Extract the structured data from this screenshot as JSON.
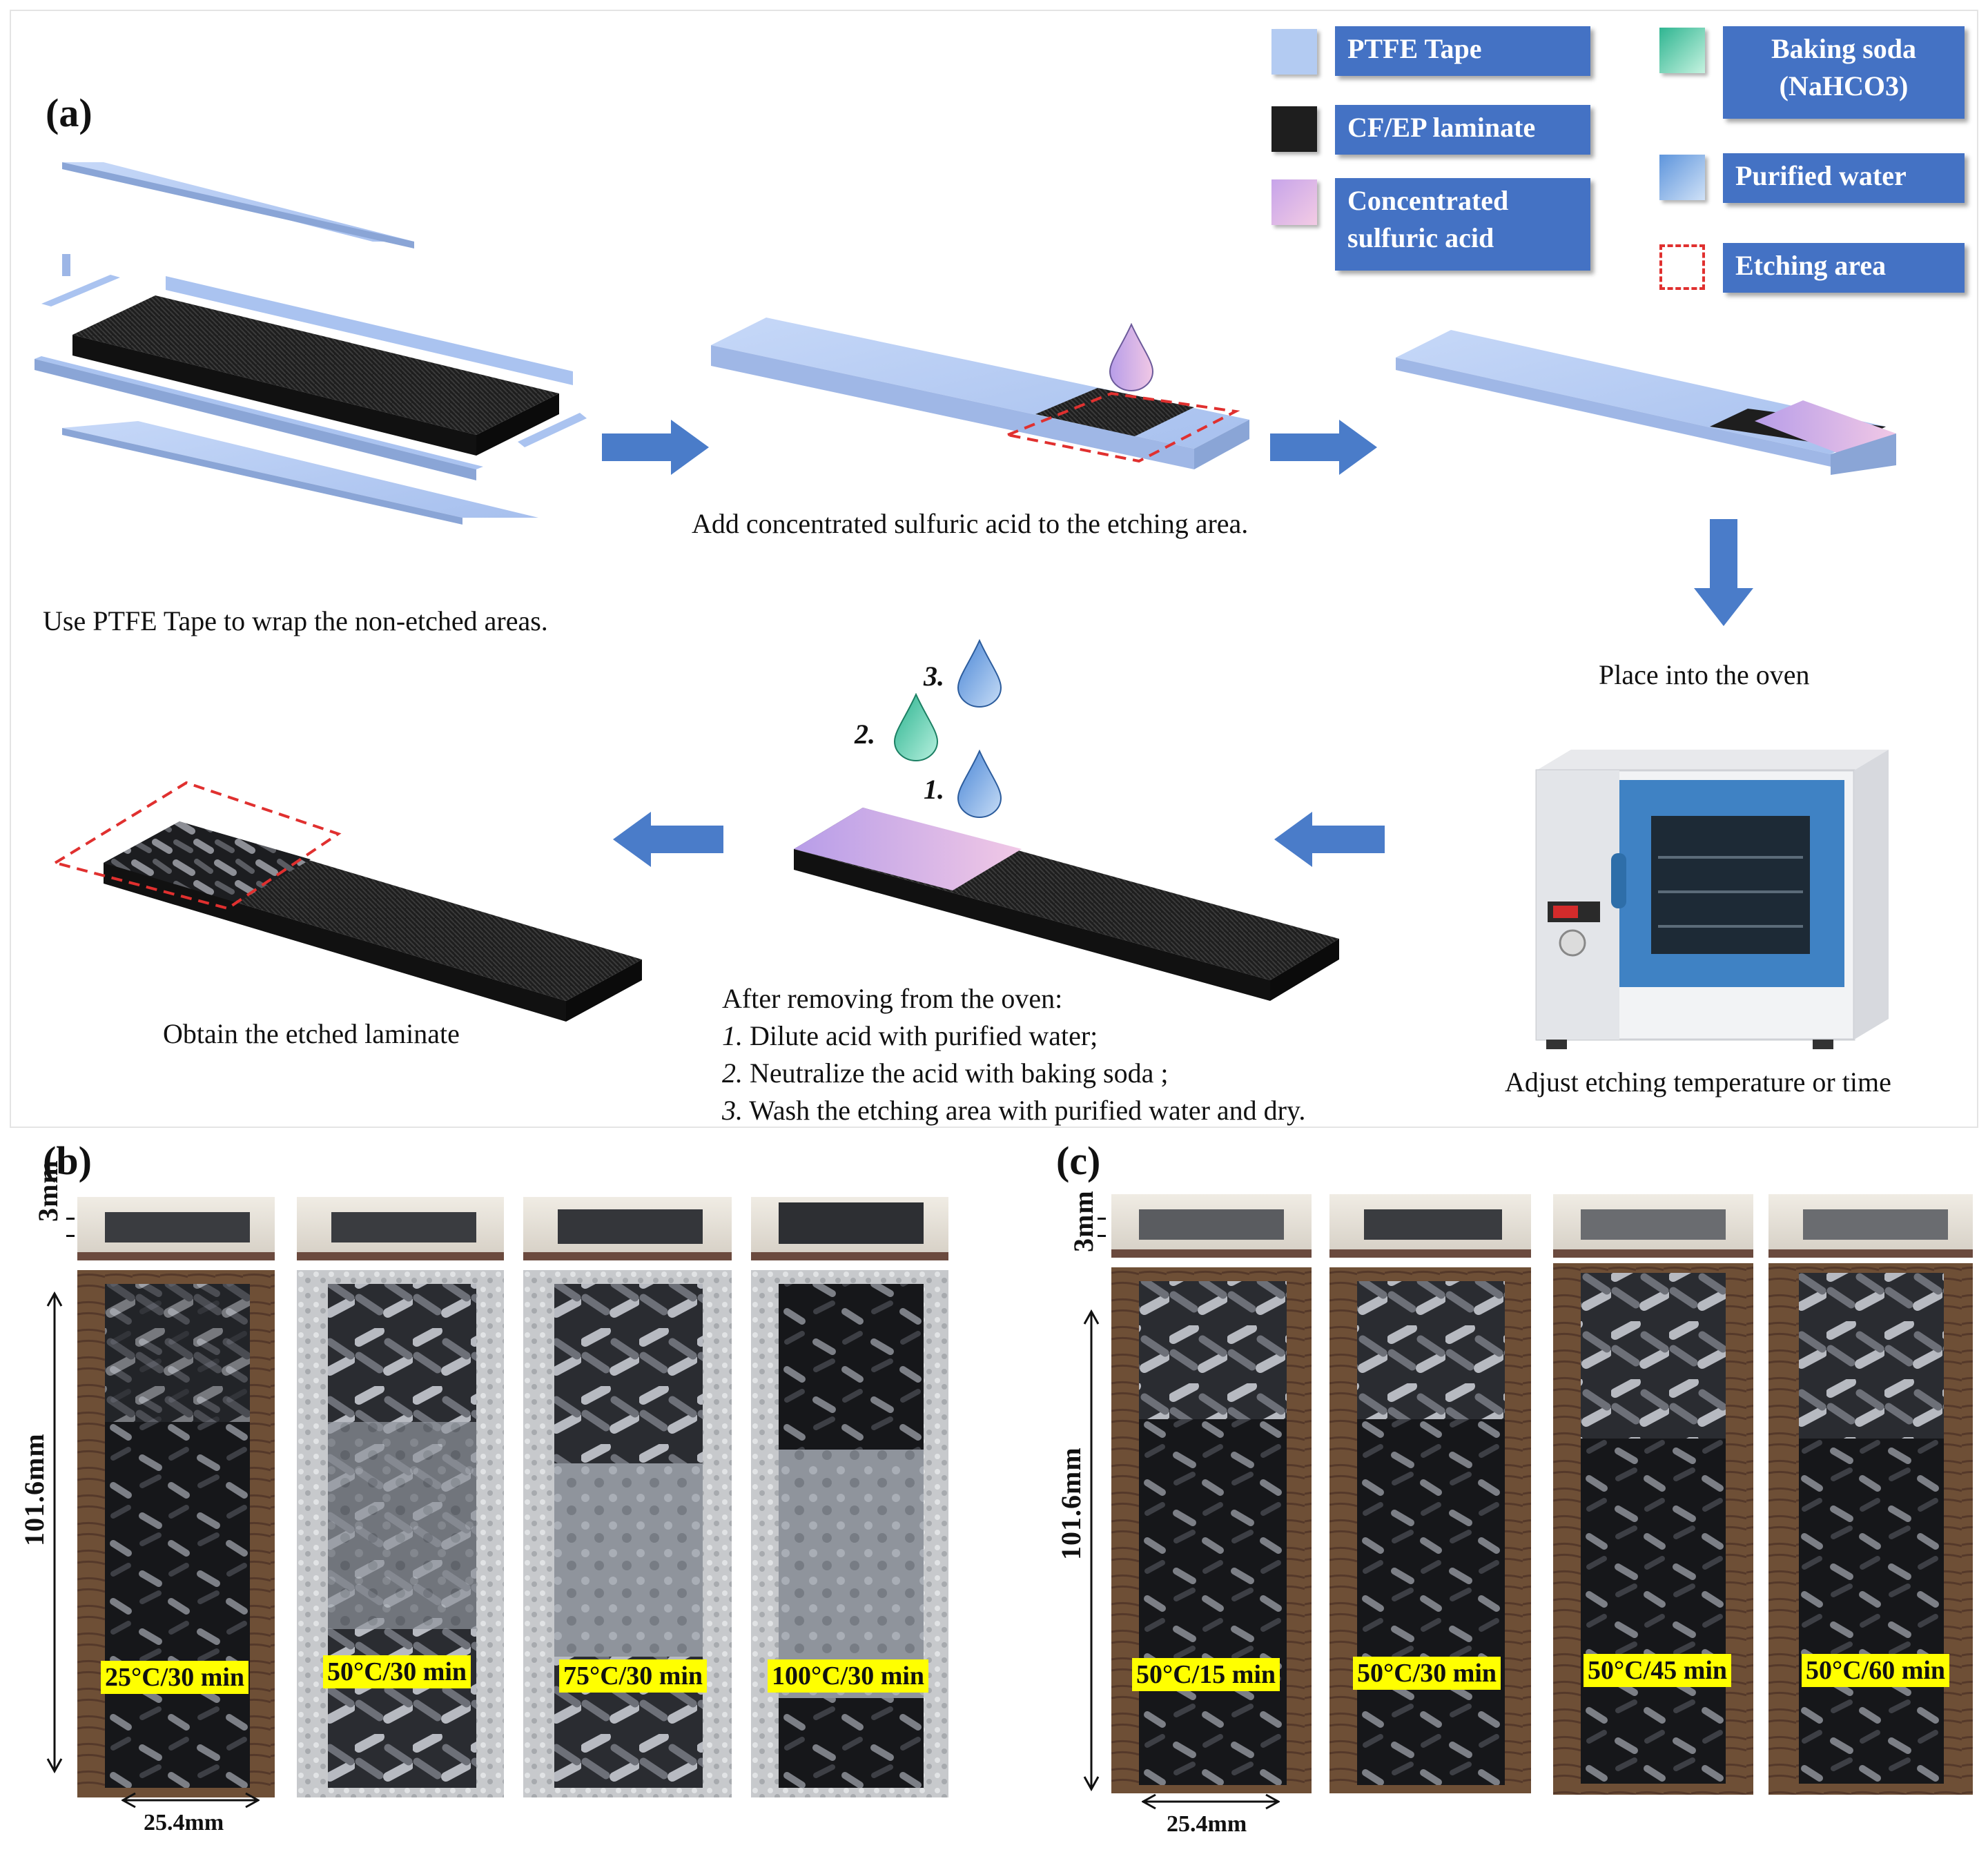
{
  "panel_labels": {
    "a": "(a)",
    "b": "(b)",
    "c": "(c)"
  },
  "legend": {
    "ptfe": "PTFE Tape",
    "cfep": "CF/EP  laminate",
    "acid_line1": "Concentrated",
    "acid_line2": "sulfuric acid",
    "soda_line1": "Baking soda",
    "soda_line2": "(NaHCO3)",
    "water": "Purified water",
    "etch": "Etching area"
  },
  "steps": {
    "wrap": "Use PTFE Tape to wrap the non-etched areas.",
    "add_acid": "Add concentrated sulfuric acid to the etching area.",
    "oven": "Place into the oven",
    "adjust": "Adjust etching temperature or time",
    "after_title": "After removing from the oven:",
    "after_1_num": "1.",
    "after_1": " Dilute acid with purified water;",
    "after_2_num": "2.",
    "after_2": " Neutralize the acid with baking soda ;",
    "after_3_num": "3.",
    "after_3": " Wash the etching area with purified water and dry.",
    "obtain": "Obtain the etched laminate",
    "drop_1": "1.",
    "drop_2": "2.",
    "drop_3": "3."
  },
  "dims": {
    "thickness": "3mm",
    "length": "101.6mm",
    "width": "25.4mm"
  },
  "panel_b_tags": [
    "25°C/30 min",
    "50°C/30 min",
    "75°C/30 min",
    "100°C/30 min"
  ],
  "panel_c_tags": [
    "50°C/15 min",
    "50°C/30 min",
    "50°C/45 min",
    "50°C/60 min"
  ],
  "colors": {
    "legend_bg": "#4472c4",
    "arrow": "#4a7cc9",
    "ptfe": "#b3cbf2",
    "laminate": "#1e1e1e",
    "tag": "#ffff00",
    "etch_border": "#e0302f"
  }
}
